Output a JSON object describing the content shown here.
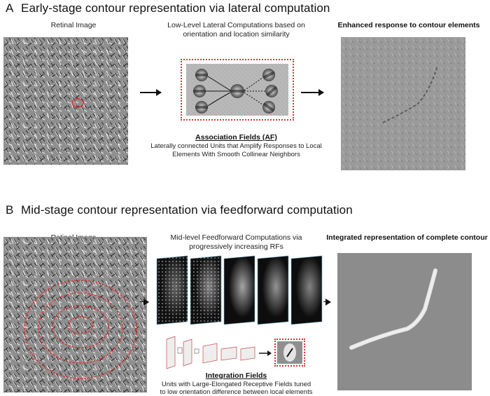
{
  "panelA": {
    "letter": "A",
    "title": "Early-stage contour representation via lateral computation",
    "retinal_label": "Retinal Image",
    "lateral_label_line1": "Low-Level Lateral Computations based on",
    "lateral_label_line2": "orientation and location similarity",
    "enhanced_label": "Enhanced response to contour elements",
    "af_title": "Association Fields (AF)",
    "af_desc_line1": "Laterally connected Units that Amplify Responses to Local",
    "af_desc_line2": "Elements With  Smooth Collinear Neighbors"
  },
  "panelB": {
    "letter": "B",
    "title": "Mid-stage contour representation via feedforward computation",
    "retinal_label": "Retinal Image",
    "ff_label_line1": "Mid-level Feedforward Computations via",
    "ff_label_line2": "progressively increasing RFs",
    "integrated_label": "Integrated representation of complete contour",
    "if_title": "Integration Fields",
    "if_desc_line1": "Units with Large-Elongated Receptive Fields tuned",
    "if_desc_line2": "to low orientation difference between local elements"
  },
  "colors": {
    "texture_gray": "#8f8f8f",
    "highlight_red": "#dd3333",
    "contour_white": "#e8e8e8"
  }
}
